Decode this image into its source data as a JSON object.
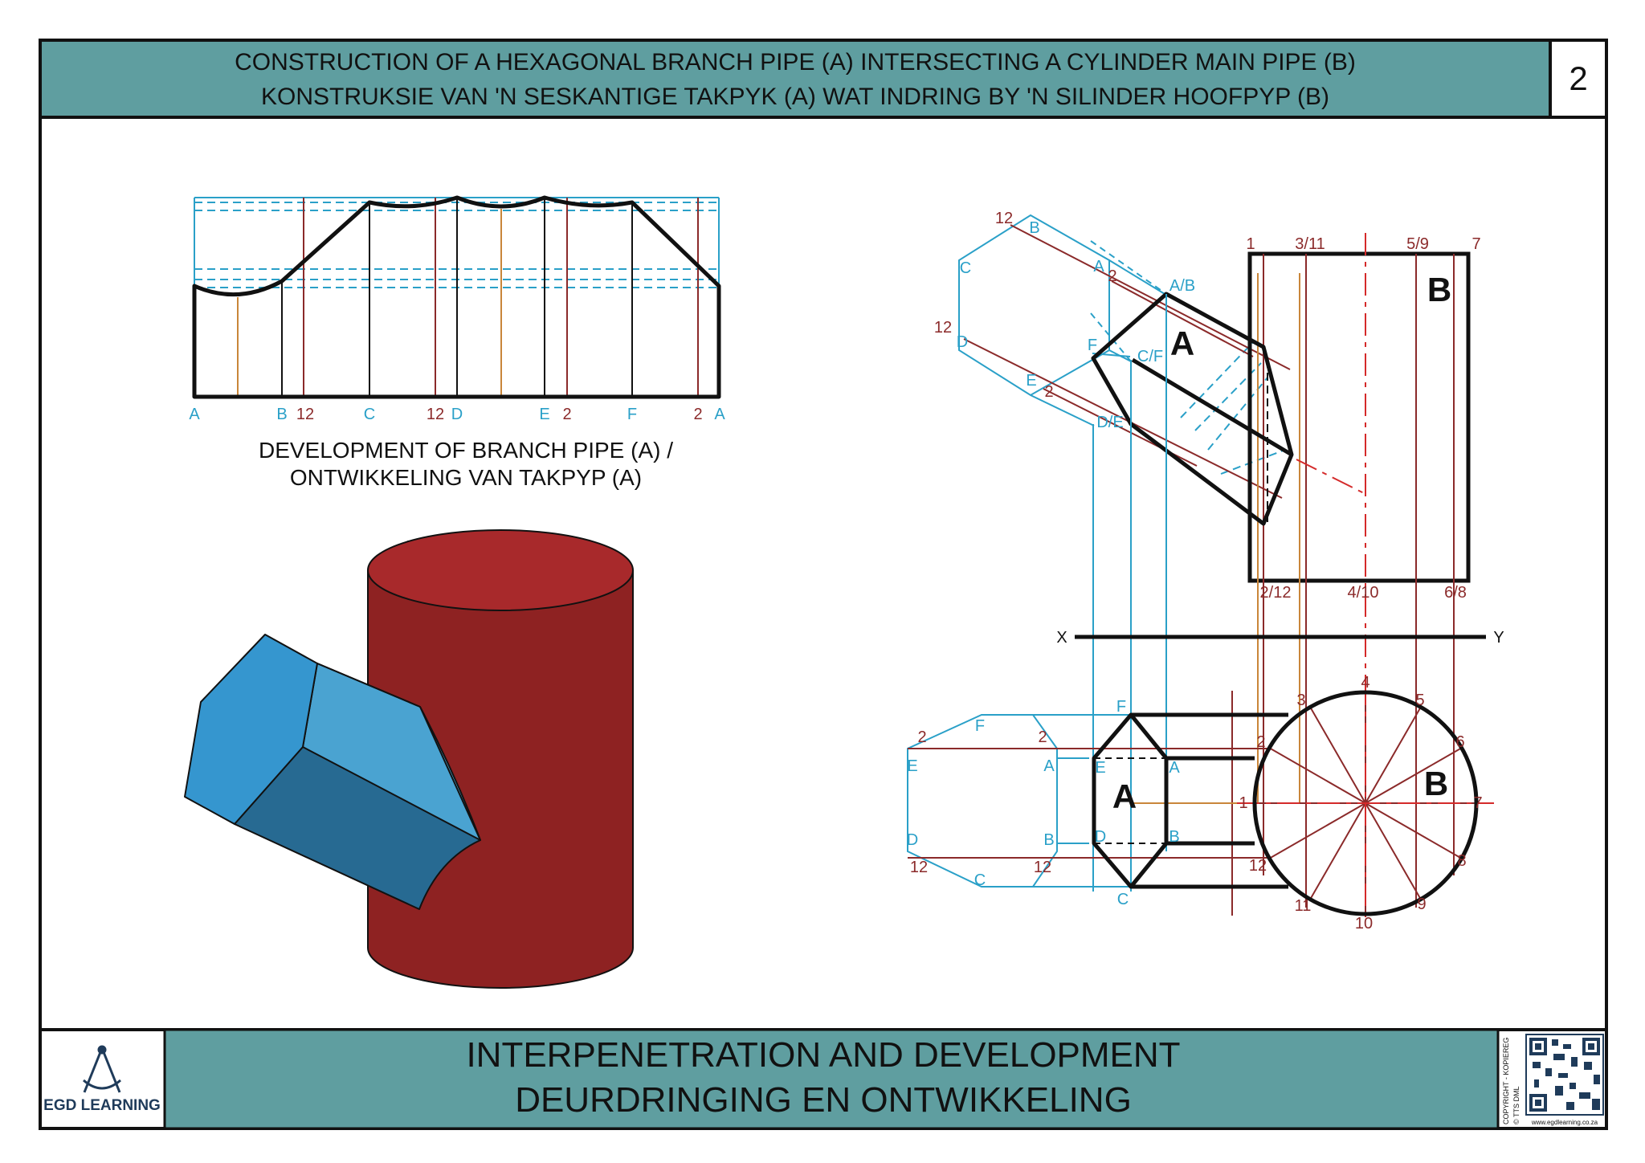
{
  "title": {
    "line1": "CONSTRUCTION OF A HEXAGONAL BRANCH PIPE (A) INTERSECTING A CYLINDER MAIN PIPE (B)",
    "line2": "KONSTRUKSIE VAN 'N SESKANTIGE TAKPYK (A) WAT INDRING BY 'N SILINDER HOOFPYP (B)",
    "sheet_number": "2"
  },
  "footer": {
    "line1": "INTERPENETRATION AND DEVELOPMENT",
    "line2": "DEURDRINGING EN ONTWIKKELING",
    "logo_text": "EGD LEARNING",
    "copyright": "COPYRIGHT - KOPIEREG",
    "copyright2": "© TTS DML",
    "website": "www.egdlearning.co.za"
  },
  "development": {
    "caption1": "DEVELOPMENT OF BRANCH PIPE (A) /",
    "caption2": "ONTWIKKELING VAN TAKPYP (A)",
    "labels": [
      "A",
      "B",
      "12",
      "C",
      "12",
      "D",
      "E",
      "2",
      "F",
      "2",
      "A"
    ]
  },
  "front_view": {
    "part_a": "A",
    "part_b": "B",
    "top_labels": [
      "1",
      "3/11",
      "5/9",
      "7"
    ],
    "bottom_labels": [
      "2/12",
      "4/10",
      "6/8"
    ],
    "hex_labels": [
      "12",
      "B",
      "C",
      "A",
      "2",
      "12",
      "D",
      "F",
      "E",
      "2"
    ],
    "edge_labels": [
      "A/B",
      "C/F",
      "D/E"
    ],
    "xy": [
      "X",
      "Y"
    ]
  },
  "top_view": {
    "part_a": "A",
    "part_b": "B",
    "circle_numbers": [
      "1",
      "3",
      "4",
      "5",
      "6",
      "7",
      "8",
      "9",
      "10",
      "11",
      "2",
      "12"
    ],
    "aux_hex": [
      "2",
      "F",
      "2",
      "E",
      "A",
      "D",
      "B",
      "12",
      "C",
      "12"
    ],
    "hex_labels": [
      "F",
      "E",
      "A",
      "D",
      "B",
      "C",
      "2",
      "12"
    ]
  },
  "colors": {
    "header_band": "#5f9ea0",
    "construction_blue": "#2aa0c8",
    "construction_red": "#8b2a2a",
    "centre_line": "#d42a2a",
    "ochre": "#c9863a",
    "cylinder": "#8e2222",
    "cylinder_top": "#a8292b",
    "prism_light": "#4aa3d1",
    "prism_mid": "#3596cf",
    "prism_dark": "#276a92"
  }
}
